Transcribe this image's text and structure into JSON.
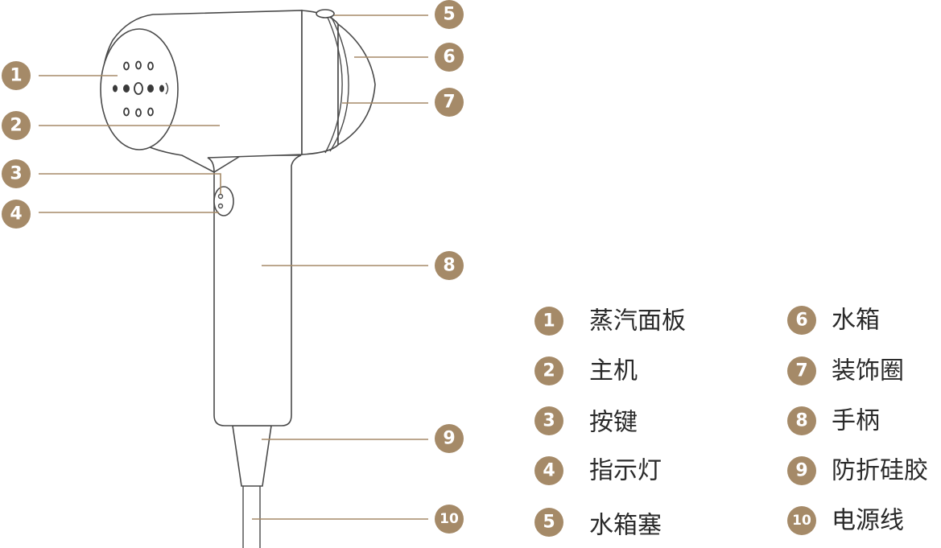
{
  "callouts": [
    {
      "num": "1",
      "label": "蒸汽面板"
    },
    {
      "num": "2",
      "label": "主机"
    },
    {
      "num": "3",
      "label": "按键"
    },
    {
      "num": "4",
      "label": "指示灯"
    },
    {
      "num": "5",
      "label": "水箱塞"
    },
    {
      "num": "6",
      "label": "水箱"
    },
    {
      "num": "7",
      "label": "装饰圈"
    },
    {
      "num": "8",
      "label": "手柄"
    },
    {
      "num": "9",
      "label": "防折硅胶"
    },
    {
      "num": "10",
      "label": "电源线"
    }
  ],
  "colors": {
    "accent": "#a58a68",
    "outline": "#4a4a4a",
    "text": "#2a2a2a"
  }
}
